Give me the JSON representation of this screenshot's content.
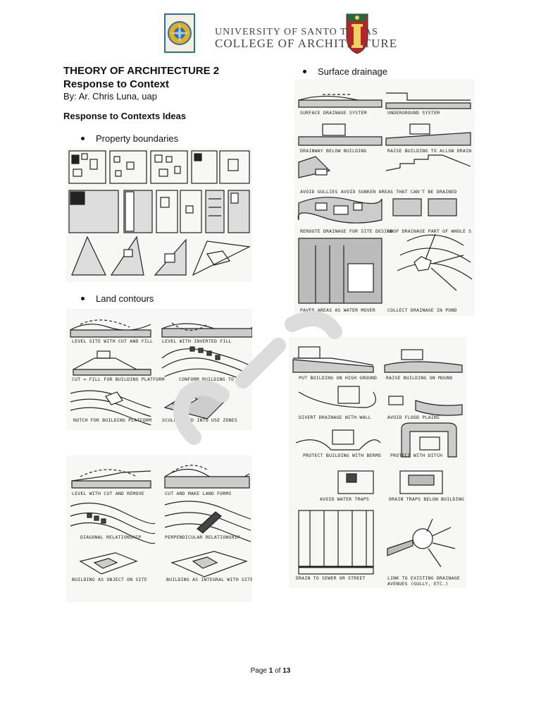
{
  "header": {
    "university": "UNIVERSITY OF SANTO TOMAS",
    "college": "COLLEGE OF ARCHITECTURE"
  },
  "document": {
    "title": "THEORY OF ARCHITECTURE 2",
    "subtitle": "Response to Context",
    "author": "By: Ar. Chris Luna, uap",
    "section_heading": "Response to Contexts Ideas"
  },
  "bullets": {
    "property_boundaries": "Property boundaries",
    "land_contours": "Land contours",
    "surface_drainage": "Surface drainage"
  },
  "land_contours_labels": {
    "l1": "LEVEL SITE WITH CUT AND FILL",
    "l2": "LEVEL WITH INVERTED FILL",
    "l3": "CUT = FILL FOR BUILDING PLATFORM",
    "l4": "CONFORM BUILDING TO CONTOURS",
    "l5": "NOTCH FOR BUILDING PLATFORM",
    "l6": "SCULPT LAND INTO USE ZONES",
    "l7": "LEVEL WITH CUT AND REMOVE",
    "l8": "CUT AND MAKE LAND FORMS",
    "l9": "DIAGONAL RELATIONSHIP",
    "l10": "PERPENDICULAR RELATIONSHIP",
    "l11": "BUILDING AS OBJECT ON SITE",
    "l12": "BUILDING AS INTEGRAL WITH SITE"
  },
  "drainage_labels": {
    "d1": "SURFACE DRAINAGE SYSTEM",
    "d2": "UNDERGROUND SYSTEM",
    "d3": "DRAINWAY BELOW BUILDING",
    "d4": "RAISE BUILDING TO ALLOW DRAIN",
    "d5": "AVOID GULLIES",
    "d6": "AVOID SUNKEN AREAS THAT CAN'T BE DRAINED",
    "d7": "REROUTE DRAINAGE FOR SITE DESIGN",
    "d8": "ROOF DRAINAGE PART OF WHOLE S",
    "d9": "PAVED AREAS AS WATER MOVER",
    "d10": "COLLECT DRAINAGE IN POND",
    "d11": "PUT BUILDING ON HIGH GROUND",
    "d12": "RAISE BUILDING ON MOUND",
    "d13": "DIVERT DRAINAGE WITH WALL",
    "d14": "AVOID FLOOD PLAINS",
    "d15": "PROTECT BUILDING WITH BERMS",
    "d16": "PROTECT WITH DITCH",
    "d17": "AVOID WATER TRAPS",
    "d18": "DRAIN TRAPS BELOW BUILDING",
    "d19": "DRAIN TO SEWER OR STREET",
    "d20": "LINK TO EXISTING DRAINAGE AVENUES (GULLY, ETC.)"
  },
  "footer": {
    "prefix": "Page ",
    "current": "1",
    "of": " of ",
    "total": "13"
  },
  "colors": {
    "seal_blue": "#2a6fb5",
    "seal_gold": "#e0b020",
    "crest_red": "#b0262b",
    "watermark": "#dcdcdc"
  }
}
